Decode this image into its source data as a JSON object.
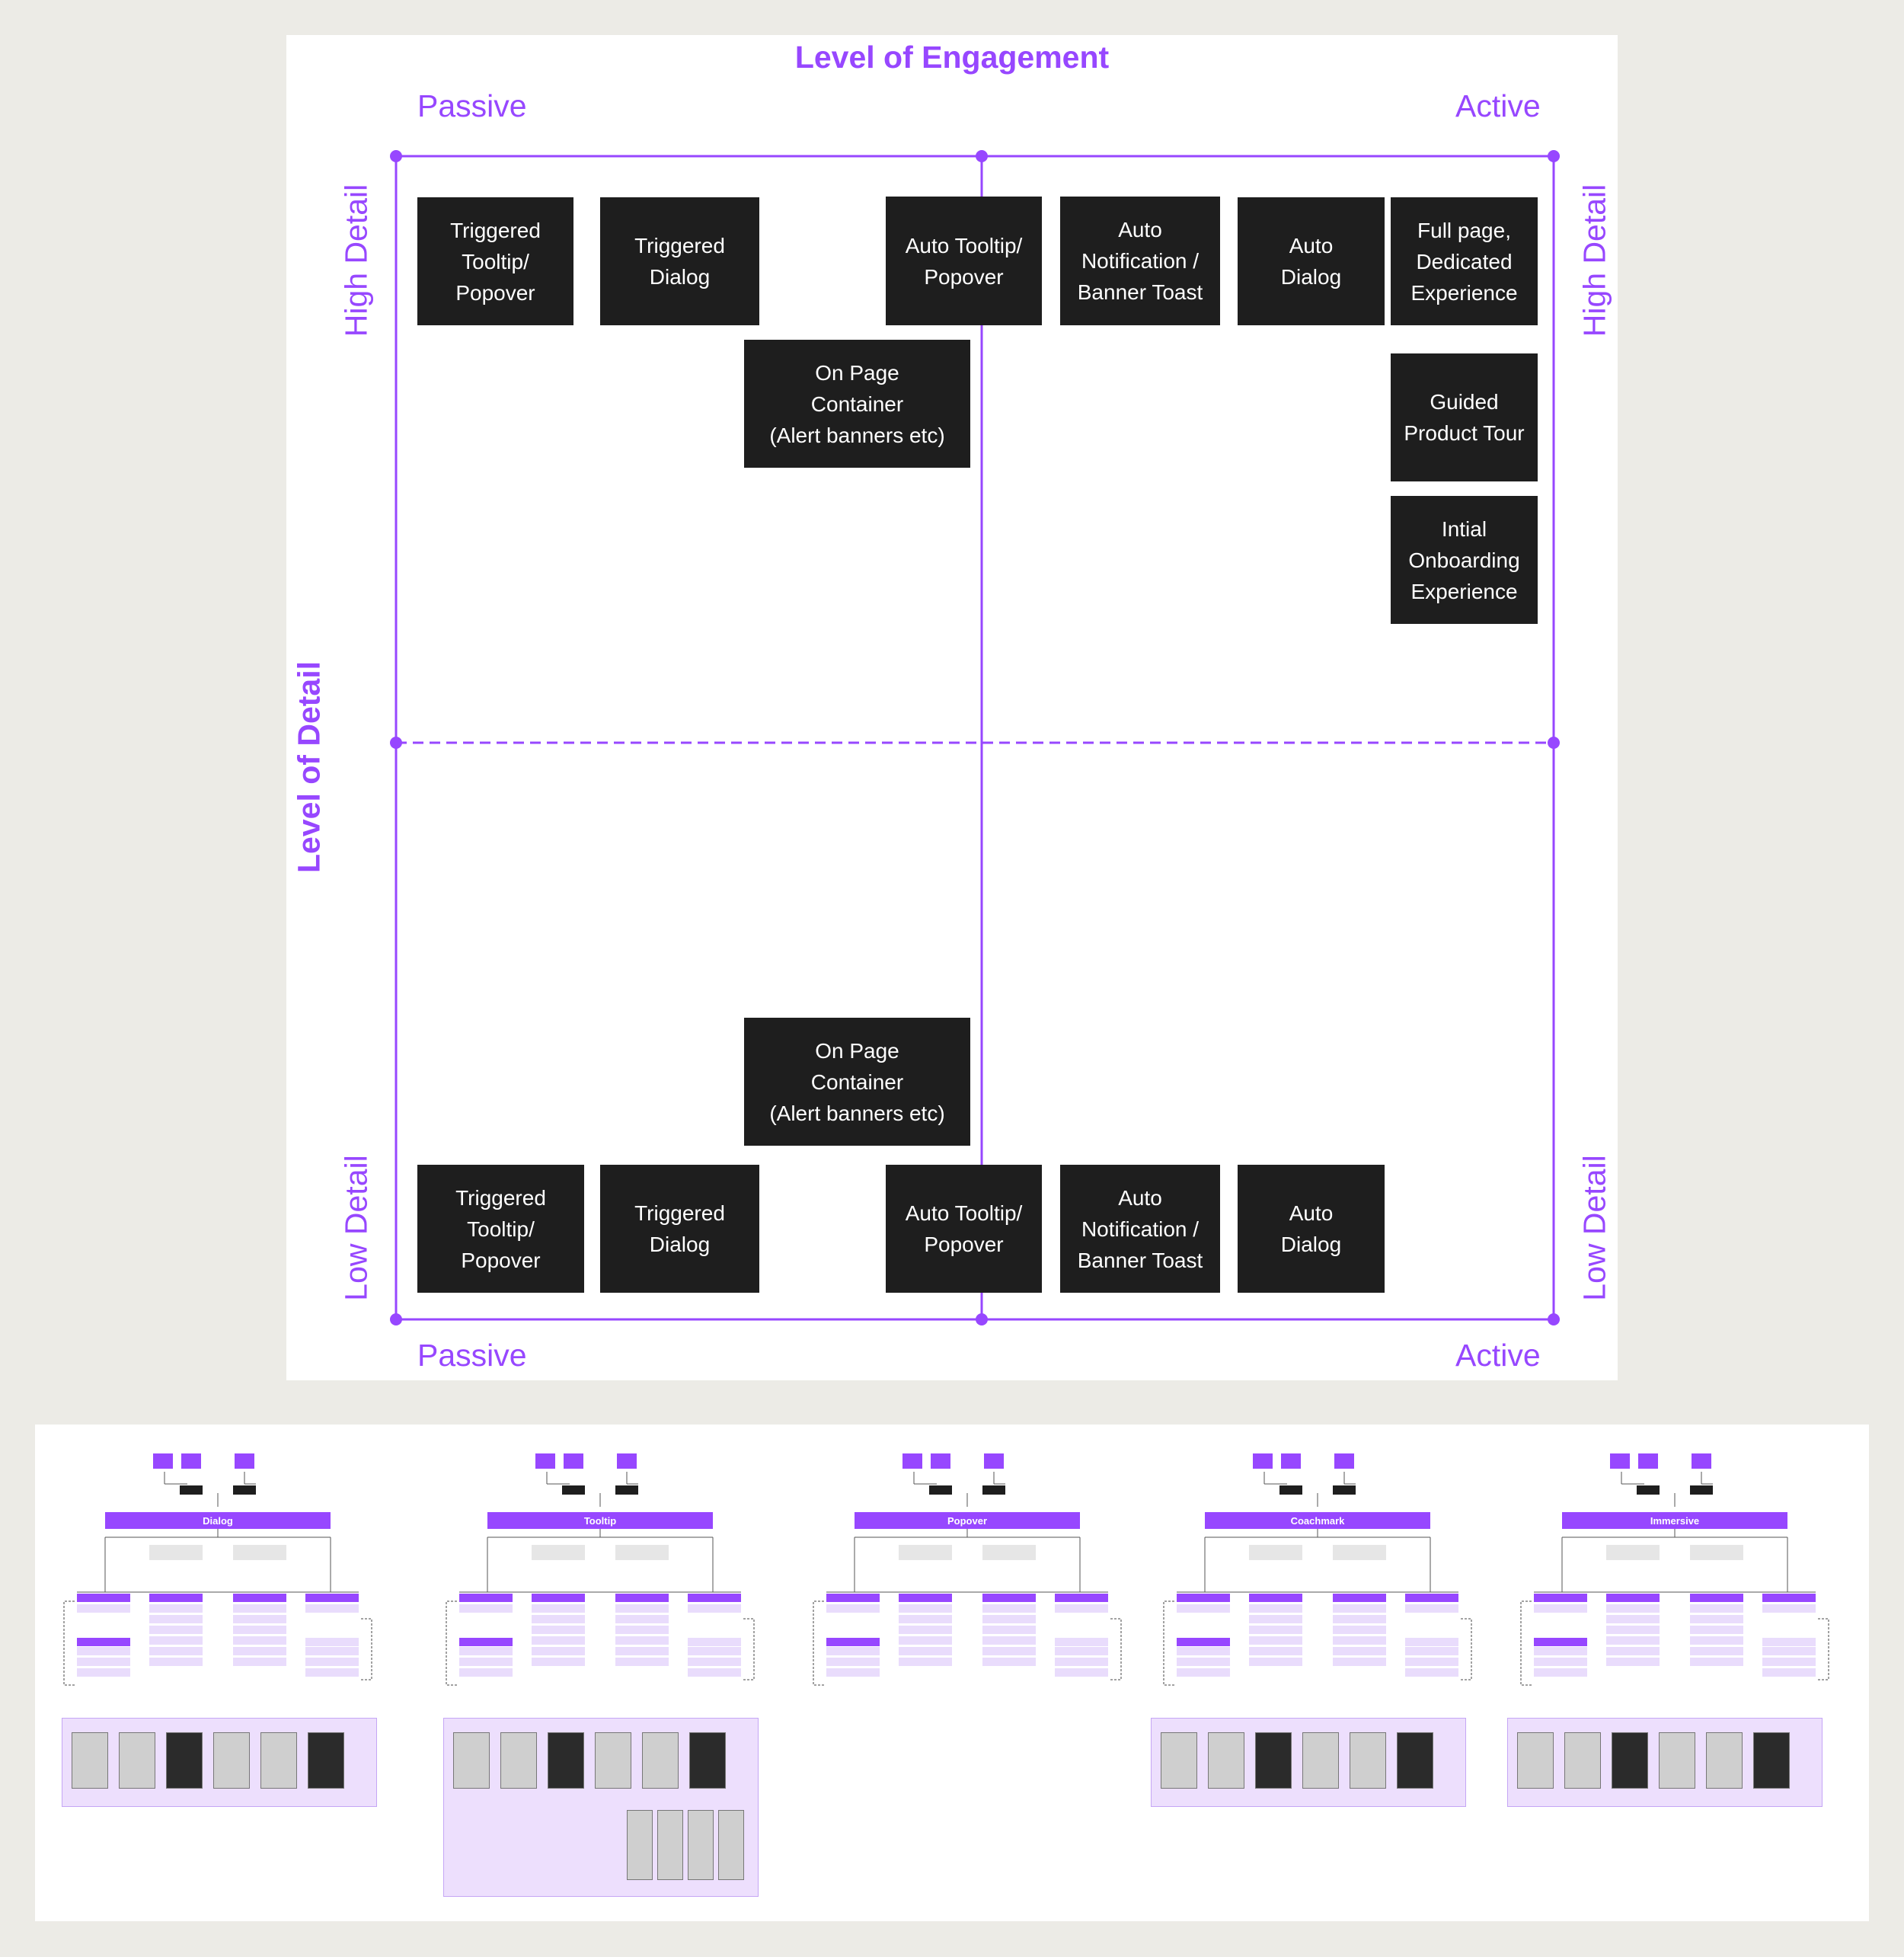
{
  "matrix": {
    "title": "Level of Engagement",
    "y_axis_title": "Level of Detail",
    "top_left": "Passive",
    "top_right": "Active",
    "bottom_left": "Passive",
    "bottom_right": "Active",
    "left_top": "High Detail",
    "left_bottom": "Low Detail",
    "right_top": "High Detail",
    "right_bottom": "Low Detail",
    "items_high": [
      "Triggered\nTooltip/\nPopover",
      "Triggered\nDialog",
      "Auto Tooltip/\nPopover",
      "Auto\nNotification /\nBanner Toast",
      "Auto\nDialog",
      "Full page,\nDedicated\nExperience",
      "On Page\nContainer\n(Alert banners etc)",
      "Guided\nProduct Tour",
      "Intial\nOnboarding\nExperience"
    ],
    "items_low": [
      "On Page\nContainer\n(Alert banners etc)",
      "Triggered\nTooltip/\nPopover",
      "Triggered\nDialog",
      "Auto Tooltip/\nPopover",
      "Auto\nNotification /\nBanner Toast",
      "Auto\nDialog"
    ]
  },
  "flows": [
    {
      "title": "Dialog"
    },
    {
      "title": "Tooltip"
    },
    {
      "title": "Popover"
    },
    {
      "title": "Coachmark"
    },
    {
      "title": "Immersive"
    }
  ],
  "colors": {
    "accent": "#9747ff",
    "box": "#1e1e1e",
    "background": "#ecebe6",
    "light_purple": "#eddffd"
  }
}
